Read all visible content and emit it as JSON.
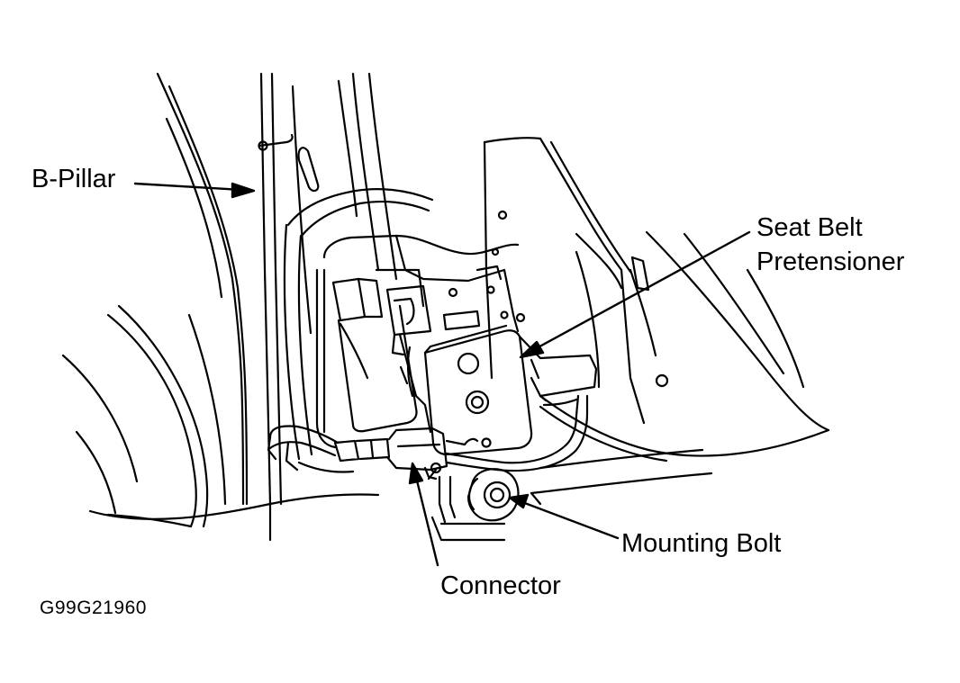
{
  "labels": {
    "b_pillar": "B-Pillar",
    "seat_belt_pretensioner_line1": "Seat Belt",
    "seat_belt_pretensioner_line2": "Pretensioner",
    "mounting_bolt": "Mounting Bolt",
    "connector": "Connector"
  },
  "figure_code": "G99G21960",
  "colors": {
    "ink": "#000000",
    "background": "#ffffff"
  }
}
